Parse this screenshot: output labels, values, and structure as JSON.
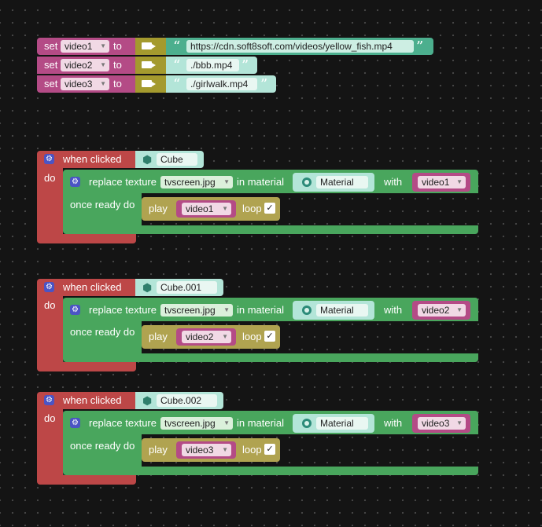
{
  "set_blocks": [
    {
      "set_label": "set",
      "var": "video1",
      "to_label": "to",
      "url": "https://cdn.soft8soft.com/videos/yellow_fish.mp4"
    },
    {
      "set_label": "set",
      "var": "video2",
      "to_label": "to",
      "url": "./bbb.mp4"
    },
    {
      "set_label": "set",
      "var": "video3",
      "to_label": "to",
      "url": "./girlwalk.mp4"
    }
  ],
  "events": [
    {
      "when_label": "when clicked",
      "object": "Cube",
      "do_label": "do",
      "replace_label": "replace texture",
      "texture": "tvscreen.jpg",
      "in_material_label": "in material",
      "material": "Material",
      "with_label": "with",
      "with_var": "video1",
      "once_ready_label": "once ready do",
      "play_label": "play",
      "play_var": "video1",
      "loop_label": "loop",
      "loop_check": "✓"
    },
    {
      "when_label": "when clicked",
      "object": "Cube.001",
      "do_label": "do",
      "replace_label": "replace texture",
      "texture": "tvscreen.jpg",
      "in_material_label": "in material",
      "material": "Material",
      "with_label": "with",
      "with_var": "video2",
      "once_ready_label": "once ready do",
      "play_label": "play",
      "play_var": "video2",
      "loop_label": "loop",
      "loop_check": "✓"
    },
    {
      "when_label": "when clicked",
      "object": "Cube.002",
      "do_label": "do",
      "replace_label": "replace texture",
      "texture": "tvscreen.jpg",
      "in_material_label": "in material",
      "material": "Material",
      "with_label": "with",
      "with_var": "video3",
      "once_ready_label": "once ready do",
      "play_label": "play",
      "play_var": "video3",
      "loop_label": "loop",
      "loop_check": "✓"
    }
  ],
  "colors": {
    "canvas": "#141414",
    "set_block": "#b44b86",
    "video_block": "#a49a2e",
    "text_block": "#4caf8e",
    "event_block": "#bd4747",
    "texture_block": "#49a65d",
    "play_block": "#b0a350",
    "icon_accent": "#4b54c4"
  },
  "icons": {
    "event": "gear-icon",
    "object": "cube-icon",
    "material": "globe-icon",
    "video": "video-camera-icon"
  }
}
